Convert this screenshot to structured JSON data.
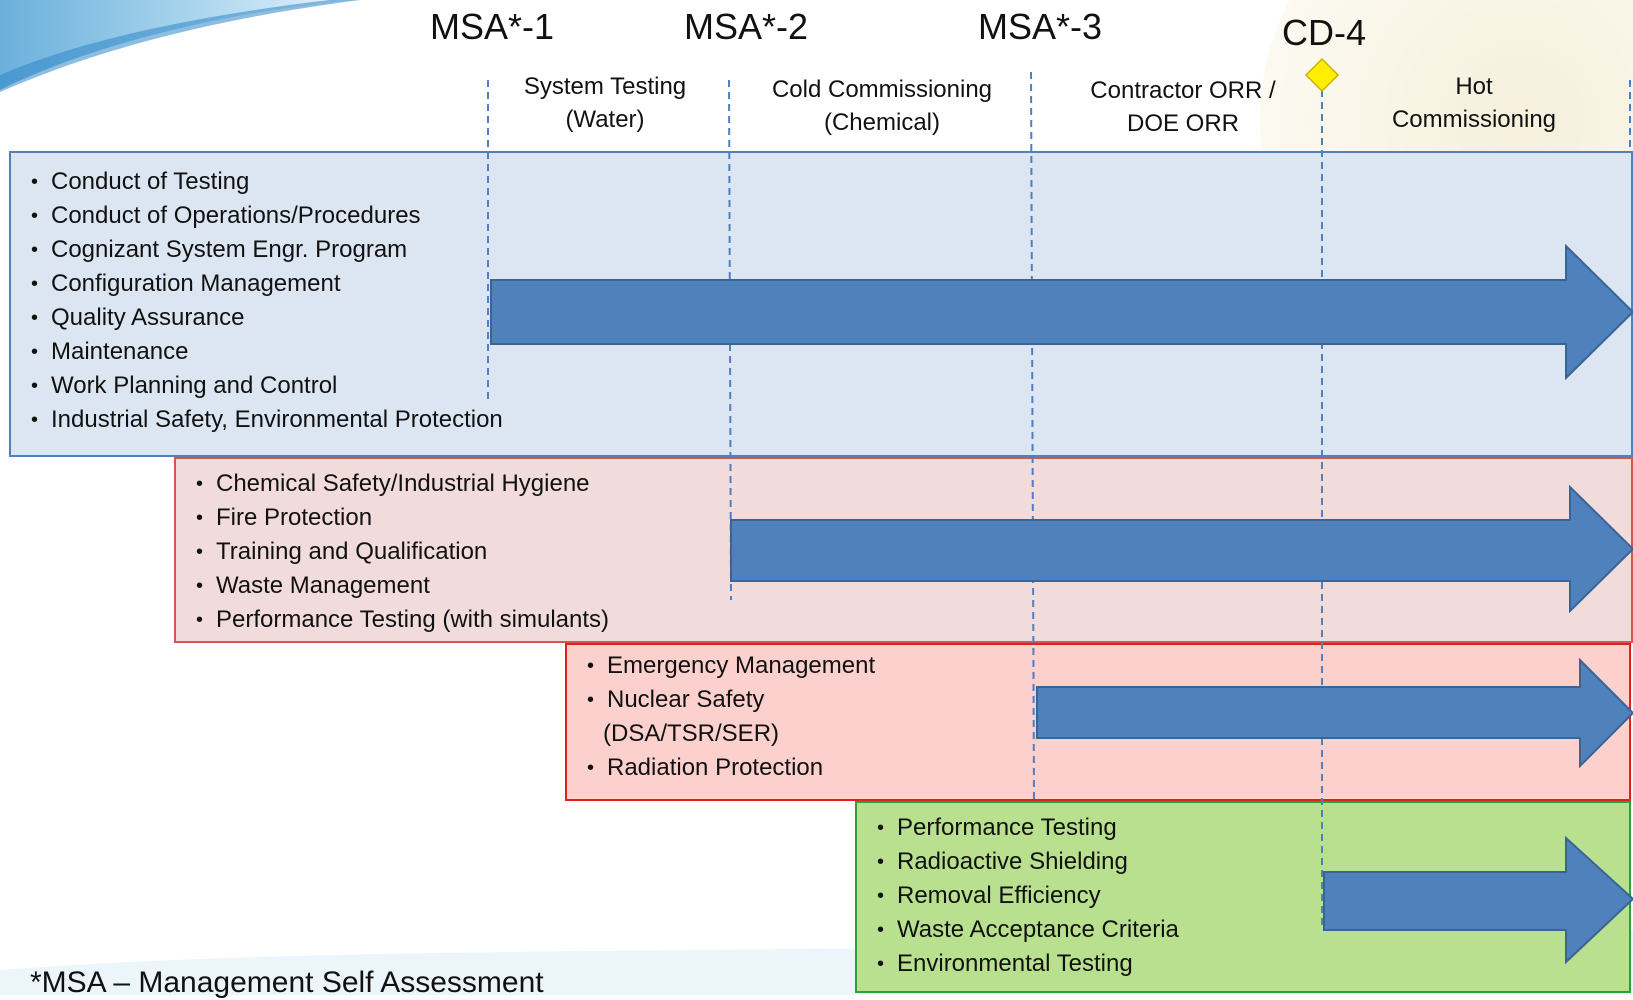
{
  "milestones": [
    {
      "label": "MSA*-1"
    },
    {
      "label": "MSA*-2"
    },
    {
      "label": "MSA*-3"
    },
    {
      "label": "CD-4"
    }
  ],
  "phases": [
    {
      "line1": "System Testing",
      "line2": "(Water)"
    },
    {
      "line1": "Cold Commissioning",
      "line2": "(Chemical)"
    },
    {
      "line1": "Contractor ORR /",
      "line2": "DOE ORR"
    },
    {
      "line1": "Hot",
      "line2": "Commissioning"
    }
  ],
  "groups": [
    {
      "items": [
        "Conduct of Testing",
        "Conduct of Operations/Procedures",
        "Cognizant System Engr. Program",
        "Configuration Management",
        "Quality Assurance",
        "Maintenance",
        "Work Planning and Control",
        "Industrial Safety, Environmental Protection"
      ]
    },
    {
      "items": [
        "Chemical Safety/Industrial Hygiene",
        "Fire Protection",
        "Training and Qualification",
        "Waste Management",
        "Performance Testing  (with simulants)"
      ]
    },
    {
      "items": [
        "Emergency Management",
        "Nuclear Safety",
        "(DSA/TSR/SER)",
        "Radiation Protection"
      ]
    },
    {
      "items": [
        "Performance Testing",
        "Radioactive Shielding",
        "Removal Efficiency",
        "Waste Acceptance Criteria",
        "Environmental Testing"
      ]
    }
  ],
  "footnote": "*MSA – Management Self Assessment",
  "colors": {
    "arrow": "#4f81bd",
    "arrow_border": "#3a6496",
    "dashed_line": "#4f7fc0",
    "group1_fill": "#dce6f2",
    "group1_border": "#4f81bd",
    "group2_fill": "#f2dcdb",
    "group2_border": "#d9534f",
    "group3_fill": "#fbd0cd",
    "group3_border": "#e02020",
    "group4_fill": "#b8e08f",
    "group4_border": "#2e9e3a",
    "cd4_marker": "#ffee00"
  }
}
